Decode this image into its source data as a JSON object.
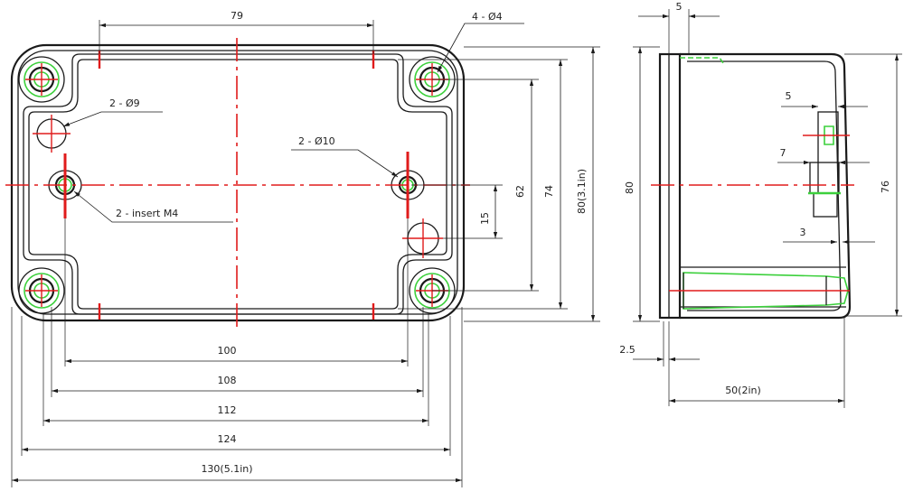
{
  "front_view": {
    "dim_79": "79",
    "holes_4_d4": "4 - Ø4",
    "holes_2_d9": "2 - Ø9",
    "holes_2_d10": "2 - Ø10",
    "insert_m4": "2 - insert  M4",
    "dim_62": "62",
    "dim_74": "74",
    "dim_80_3_1in": "80(3.1in)",
    "dim_15": "15",
    "dim_100": "100",
    "dim_108": "108",
    "dim_112": "112",
    "dim_124": "124",
    "dim_130_5_1in": "130(5.1in)"
  },
  "side_view": {
    "dim_5_top": "5",
    "dim_5_right": "5",
    "dim_7": "7",
    "dim_3": "3",
    "dim_80": "80",
    "dim_76": "76",
    "dim_2_5": "2.5",
    "dim_50_2in": "50(2in)"
  },
  "colors": {
    "outline": "#1a1a1a",
    "centerline": "#e01b1b",
    "hole_highlight": "#3cd03c"
  }
}
